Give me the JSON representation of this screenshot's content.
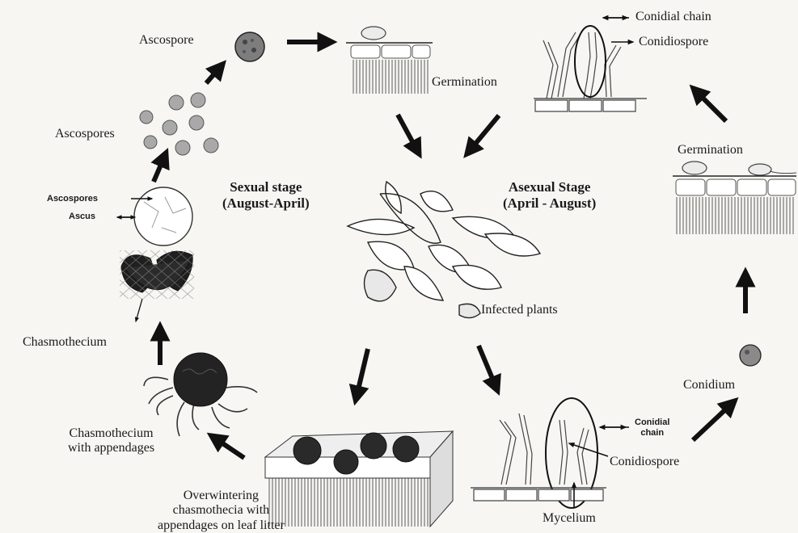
{
  "diagram": {
    "center": {
      "sexual_stage": [
        "Sexual stage",
        "(August-April)"
      ],
      "asexual_stage": [
        "Asexual Stage",
        "(April - August)"
      ],
      "infected_plants": "Infected plants"
    },
    "labels": {
      "ascospore": "Ascospore",
      "germination_top": "Germination",
      "conidial_chain_top": "Conidial chain",
      "conidiospore_top": "Conidiospore",
      "germination_right": "Germination",
      "conidium": "Conidium",
      "conidial_chain_bottom": [
        "Conidial",
        "chain"
      ],
      "conidiospore_bottom": "Conidiospore",
      "mycelium": "Mycelium",
      "overwintering": [
        "Overwintering",
        "chasmothecia with",
        "appendages on leaf litter"
      ],
      "chasmothecium_appendages": [
        "Chasmothecium",
        "with appendages"
      ],
      "chasmothecium": "Chasmothecium",
      "ascospores_cluster": "Ascospores",
      "ascospores_ascus_1": "Ascospores",
      "ascus": "Ascus"
    }
  }
}
